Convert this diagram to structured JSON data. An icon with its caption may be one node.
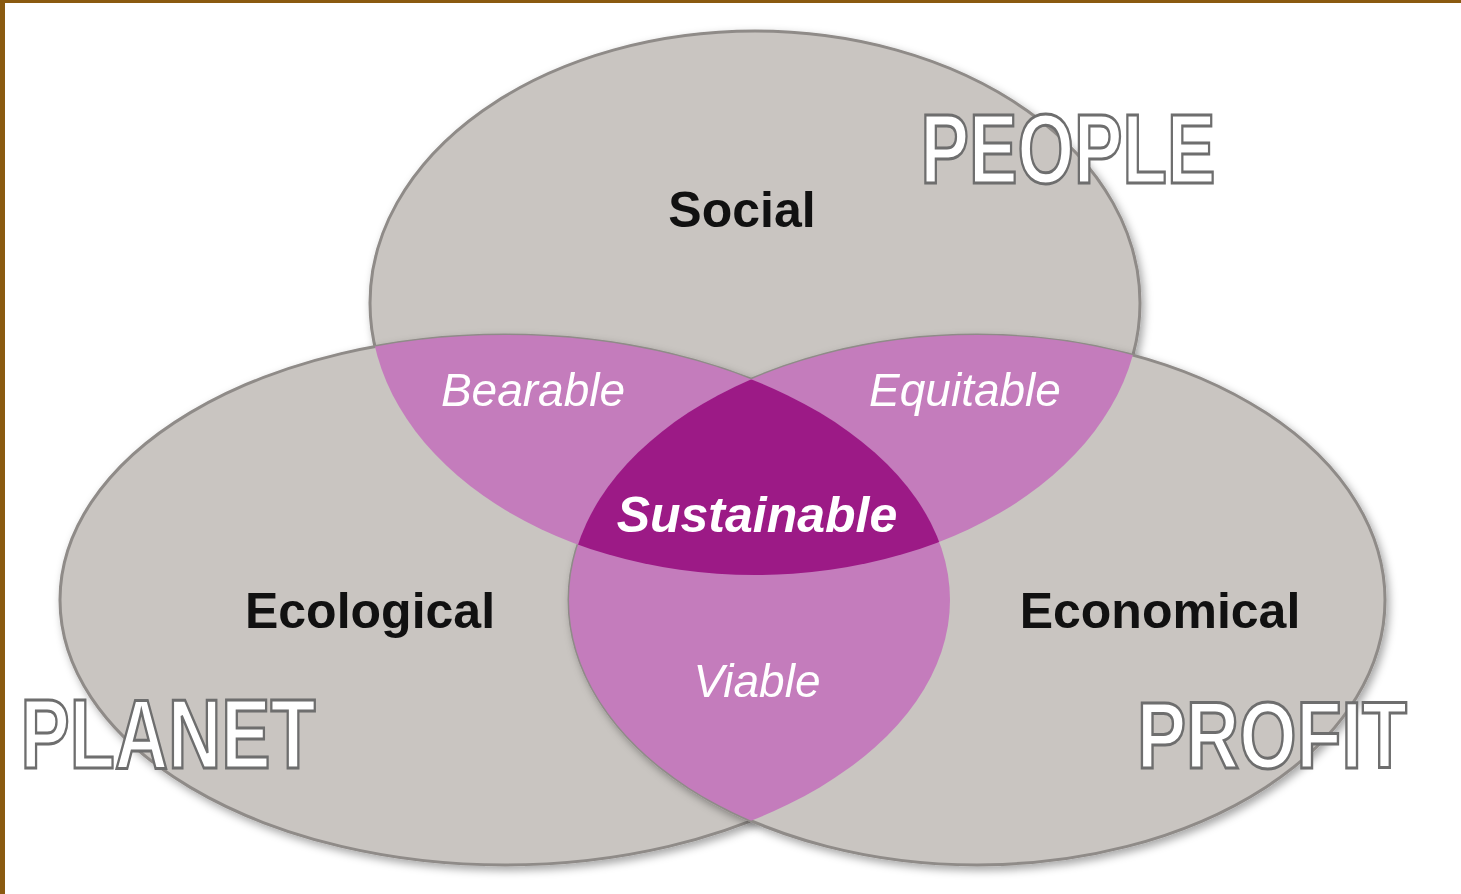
{
  "diagram": {
    "nodes": [
      {
        "text": [
          "Social"
        ],
        "beside": [
          "PEOPLE"
        ]
      },
      {
        "text": [
          "Ecological"
        ],
        "beside": [
          "PLANET"
        ]
      },
      {
        "text": [
          "Economical"
        ],
        "beside": [
          "PROFIT"
        ]
      },
      {
        "text": [
          "Bearable"
        ]
      },
      {
        "text": [
          "Equitable"
        ]
      },
      {
        "text": [
          "Sustainable"
        ]
      },
      {
        "text": [
          "Viable"
        ]
      }
    ]
  }
}
